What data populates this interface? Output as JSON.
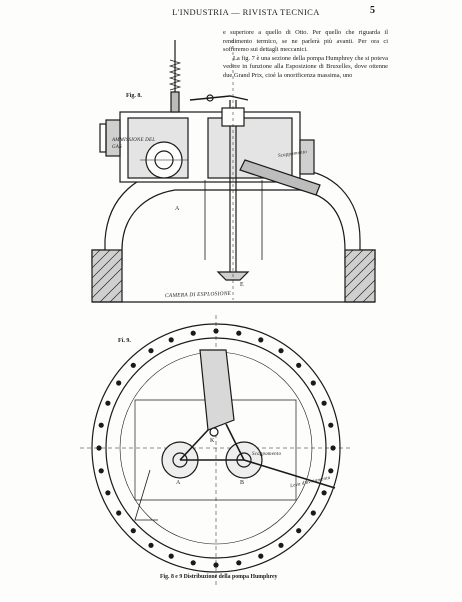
{
  "header": {
    "running_title": "L'INDUSTRIA — RIVISTA TECNICA",
    "page_number": "5"
  },
  "text_column": {
    "paragraph_1": "e superiore a quello di Otto. Per quello che riguarda il rendimento termico, se ne parlerà più avanti. Per ora ci sofferemo sui dettagli meccanici.",
    "paragraph_2": "La fig. 7 è una sezione della pompa Humphrey che si poteva vedere in funzione alla Esposizione di Bruxelles, dove ottenne due Grand Prix, cioè la onorificenza massima, uno"
  },
  "figure_8": {
    "label": "Fig. 8.",
    "annotation_admission": "AMMISSIONE DEL GAS",
    "annotation_exhaust": "Scappamento",
    "annotation_chamber": "CAMERA DI ESPLOSIONE",
    "letter_a": "A",
    "letter_e": "E"
  },
  "figure_9": {
    "label": "Fi. 9.",
    "annotation_exhaust": "Scappamento",
    "annotation_lever": "Leva d'avviamento",
    "letter_a": "A",
    "letter_b": "B",
    "letter_k": "K"
  },
  "caption": "Fig. 8 e 9 Distribuzione della pompa Humphrey"
}
